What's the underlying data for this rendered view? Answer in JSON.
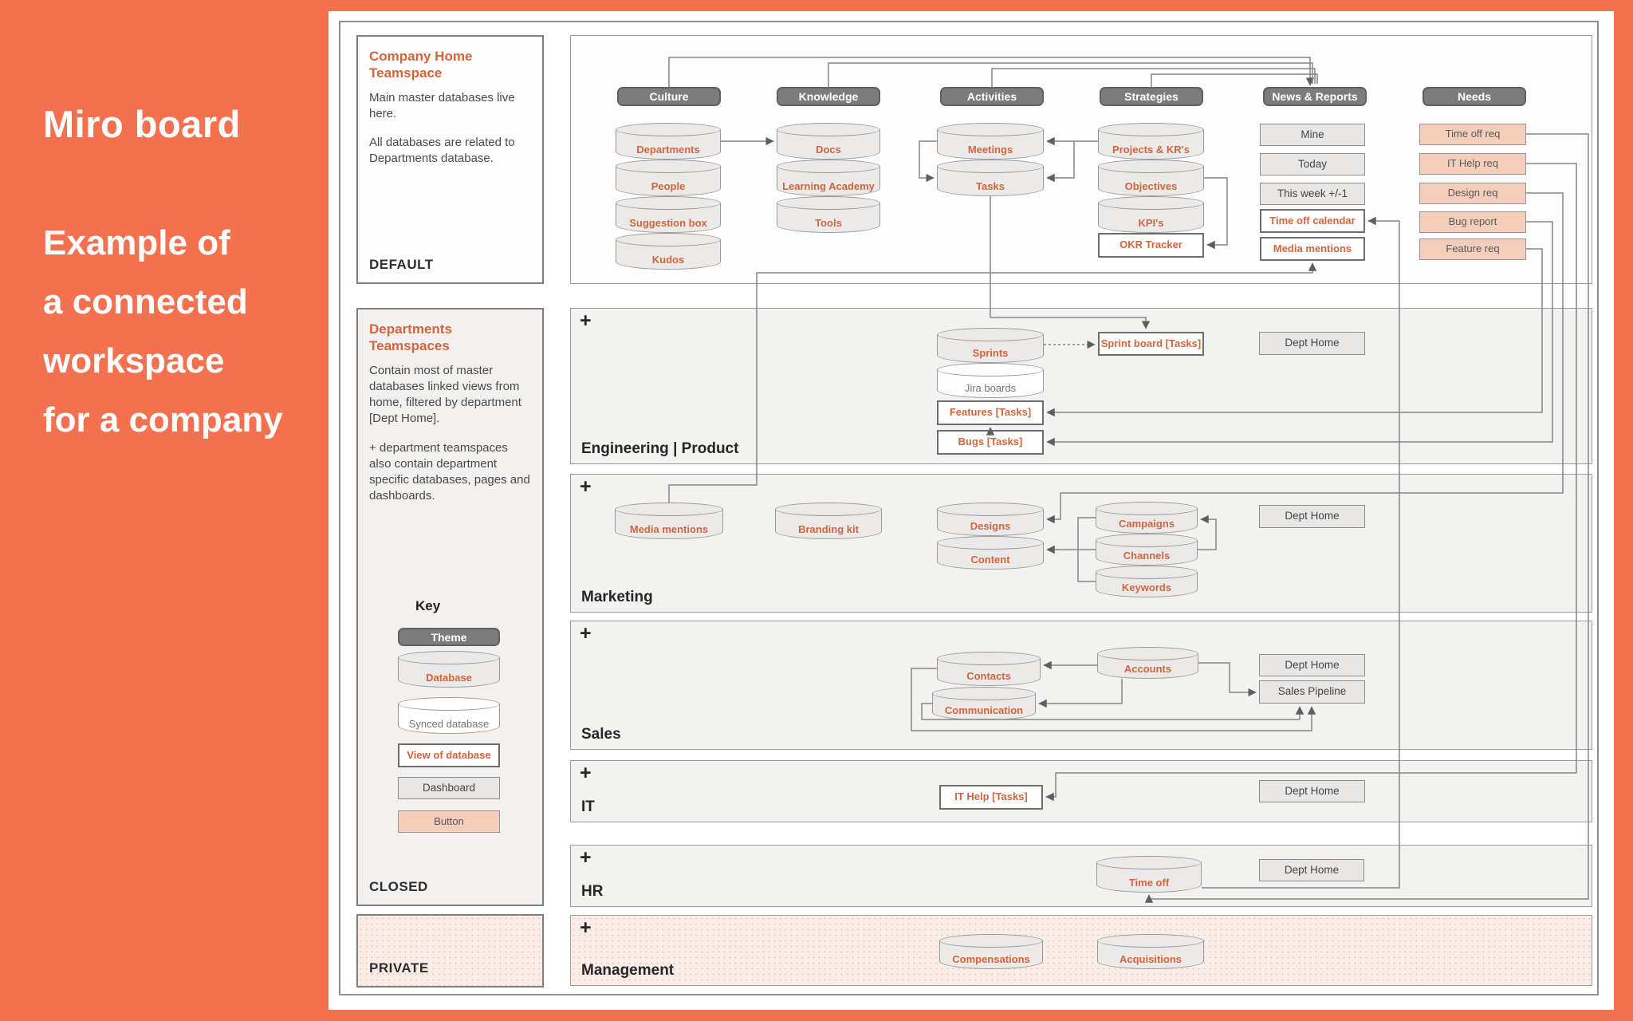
{
  "sidebar": {
    "title": "Miro board",
    "subtitle_lines": [
      "Example of",
      "a connected",
      "workspace",
      "for a company"
    ]
  },
  "colors": {
    "accent": "#F4714F",
    "orange_text": "#d4643c",
    "theme_fill": "#7c7c7c",
    "button_fill": "#f5cdbb"
  },
  "panels": {
    "company_home": {
      "title": "Company Home Teamspace",
      "p1": "Main master databases live here.",
      "p2": "All databases are related to Departments database.",
      "footer": "DEFAULT"
    },
    "departments": {
      "title": "Departments Teamspaces",
      "p1": "Contain most of master databases linked views from home, filtered by department [Dept Home].",
      "p2": "+ department teamspaces also contain department specific databases, pages and dashboards.",
      "key_title": "Key",
      "key_items": [
        {
          "id": "theme",
          "label": "Theme",
          "kind": "pill"
        },
        {
          "id": "database",
          "label": "Database",
          "kind": "db"
        },
        {
          "id": "synced-database",
          "label": "Synced database",
          "kind": "synced"
        },
        {
          "id": "view-of-database",
          "label": "View of database",
          "kind": "view"
        },
        {
          "id": "dashboard",
          "label": "Dashboard",
          "kind": "dash"
        },
        {
          "id": "button",
          "label": "Button",
          "kind": "btn"
        }
      ],
      "footer": "CLOSED"
    },
    "private": {
      "footer": "PRIVATE"
    }
  },
  "themes": [
    {
      "id": "culture",
      "label": "Culture"
    },
    {
      "id": "knowledge",
      "label": "Knowledge"
    },
    {
      "id": "activities",
      "label": "Activities"
    },
    {
      "id": "strategies",
      "label": "Strategies"
    },
    {
      "id": "news-reports",
      "label": "News & Reports"
    },
    {
      "id": "needs",
      "label": "Needs"
    }
  ],
  "rows": [
    {
      "id": "engineering",
      "label": "Engineering | Product",
      "plus": "+"
    },
    {
      "id": "marketing",
      "label": "Marketing",
      "plus": "+"
    },
    {
      "id": "sales",
      "label": "Sales",
      "plus": "+"
    },
    {
      "id": "it",
      "label": "IT",
      "plus": "+"
    },
    {
      "id": "hr",
      "label": "HR",
      "plus": "+"
    },
    {
      "id": "management",
      "label": "Management",
      "plus": "+"
    }
  ],
  "nodes": [
    {
      "id": "departments",
      "label": "Departments",
      "kind": "db"
    },
    {
      "id": "people",
      "label": "People",
      "kind": "db"
    },
    {
      "id": "suggestion-box",
      "label": "Suggestion box",
      "kind": "db"
    },
    {
      "id": "kudos",
      "label": "Kudos",
      "kind": "db"
    },
    {
      "id": "docs",
      "label": "Docs",
      "kind": "db"
    },
    {
      "id": "learning-academy",
      "label": "Learning Academy",
      "kind": "db"
    },
    {
      "id": "tools",
      "label": "Tools",
      "kind": "db"
    },
    {
      "id": "meetings",
      "label": "Meetings",
      "kind": "db"
    },
    {
      "id": "tasks",
      "label": "Tasks",
      "kind": "db"
    },
    {
      "id": "projects-krs",
      "label": "Projects & KR's",
      "kind": "db"
    },
    {
      "id": "objectives",
      "label": "Objectives",
      "kind": "db"
    },
    {
      "id": "kpis",
      "label": "KPI's",
      "kind": "db"
    },
    {
      "id": "okr-tracker",
      "label": "OKR Tracker",
      "kind": "view"
    },
    {
      "id": "mine",
      "label": "Mine",
      "kind": "dash"
    },
    {
      "id": "today",
      "label": "Today",
      "kind": "dash"
    },
    {
      "id": "this-week",
      "label": "This week +/-1",
      "kind": "dash"
    },
    {
      "id": "time-off-calendar",
      "label": "Time off calendar",
      "kind": "view"
    },
    {
      "id": "media-mentions-view",
      "label": "Media mentions",
      "kind": "view"
    },
    {
      "id": "time-off-req",
      "label": "Time off req",
      "kind": "btn"
    },
    {
      "id": "it-help-req",
      "label": "IT Help req",
      "kind": "btn"
    },
    {
      "id": "design-req",
      "label": "Design req",
      "kind": "btn"
    },
    {
      "id": "bug-report",
      "label": "Bug report",
      "kind": "btn"
    },
    {
      "id": "feature-req",
      "label": "Feature req",
      "kind": "btn"
    },
    {
      "id": "sprints",
      "label": "Sprints",
      "kind": "db"
    },
    {
      "id": "jira-boards",
      "label": "Jira boards",
      "kind": "synced"
    },
    {
      "id": "features-tasks",
      "label": "Features [Tasks]",
      "kind": "view"
    },
    {
      "id": "bugs-tasks",
      "label": "Bugs [Tasks]",
      "kind": "view"
    },
    {
      "id": "sprint-board-tasks",
      "label": "Sprint board [Tasks]",
      "kind": "view"
    },
    {
      "id": "eng-dept-home",
      "label": "Dept Home",
      "kind": "dash"
    },
    {
      "id": "media-mentions",
      "label": "Media mentions",
      "kind": "db"
    },
    {
      "id": "branding-kit",
      "label": "Branding kit",
      "kind": "db"
    },
    {
      "id": "designs",
      "label": "Designs",
      "kind": "db"
    },
    {
      "id": "content",
      "label": "Content",
      "kind": "db"
    },
    {
      "id": "campaigns",
      "label": "Campaigns",
      "kind": "db"
    },
    {
      "id": "channels",
      "label": "Channels",
      "kind": "db"
    },
    {
      "id": "keywords",
      "label": "Keywords",
      "kind": "db"
    },
    {
      "id": "mkt-dept-home",
      "label": "Dept Home",
      "kind": "dash"
    },
    {
      "id": "contacts",
      "label": "Contacts",
      "kind": "db"
    },
    {
      "id": "communication",
      "label": "Communication",
      "kind": "db"
    },
    {
      "id": "accounts",
      "label": "Accounts",
      "kind": "db"
    },
    {
      "id": "sales-dept-home",
      "label": "Dept Home",
      "kind": "dash"
    },
    {
      "id": "sales-pipeline",
      "label": "Sales Pipeline",
      "kind": "dash"
    },
    {
      "id": "it-help-tasks",
      "label": "IT Help [Tasks]",
      "kind": "view"
    },
    {
      "id": "it-dept-home",
      "label": "Dept Home",
      "kind": "dash"
    },
    {
      "id": "time-off",
      "label": "Time off",
      "kind": "db"
    },
    {
      "id": "hr-dept-home",
      "label": "Dept Home",
      "kind": "dash"
    },
    {
      "id": "compensations",
      "label": "Compensations",
      "kind": "db"
    },
    {
      "id": "acquisitions",
      "label": "Acquisitions",
      "kind": "db"
    }
  ]
}
